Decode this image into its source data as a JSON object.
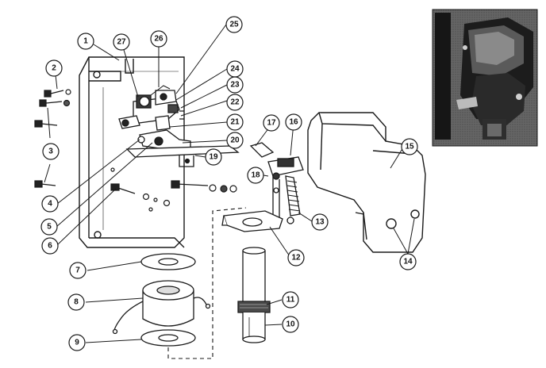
{
  "colors": {
    "ink": "#1a1a1a",
    "paper": "#ffffff",
    "photo_dark": "#141414",
    "photo_mid": "#4a4a4a",
    "photo_light": "#bdbdbd"
  },
  "callouts": [
    {
      "id": "1",
      "label": "1"
    },
    {
      "id": "2",
      "label": "2"
    },
    {
      "id": "3",
      "label": "3"
    },
    {
      "id": "4",
      "label": "4"
    },
    {
      "id": "5",
      "label": "5"
    },
    {
      "id": "6",
      "label": "6"
    },
    {
      "id": "7",
      "label": "7"
    },
    {
      "id": "8",
      "label": "8"
    },
    {
      "id": "9",
      "label": "9"
    },
    {
      "id": "10",
      "label": "10"
    },
    {
      "id": "11",
      "label": "11"
    },
    {
      "id": "12",
      "label": "12"
    },
    {
      "id": "13",
      "label": "13"
    },
    {
      "id": "14",
      "label": "14"
    },
    {
      "id": "15",
      "label": "15"
    },
    {
      "id": "16",
      "label": "16"
    },
    {
      "id": "17",
      "label": "17"
    },
    {
      "id": "18",
      "label": "18"
    },
    {
      "id": "19",
      "label": "19"
    },
    {
      "id": "20",
      "label": "20"
    },
    {
      "id": "21",
      "label": "21"
    },
    {
      "id": "22",
      "label": "22"
    },
    {
      "id": "23",
      "label": "23"
    },
    {
      "id": "24",
      "label": "24"
    },
    {
      "id": "25",
      "label": "25"
    },
    {
      "id": "26",
      "label": "26"
    },
    {
      "id": "27",
      "label": "27"
    }
  ]
}
